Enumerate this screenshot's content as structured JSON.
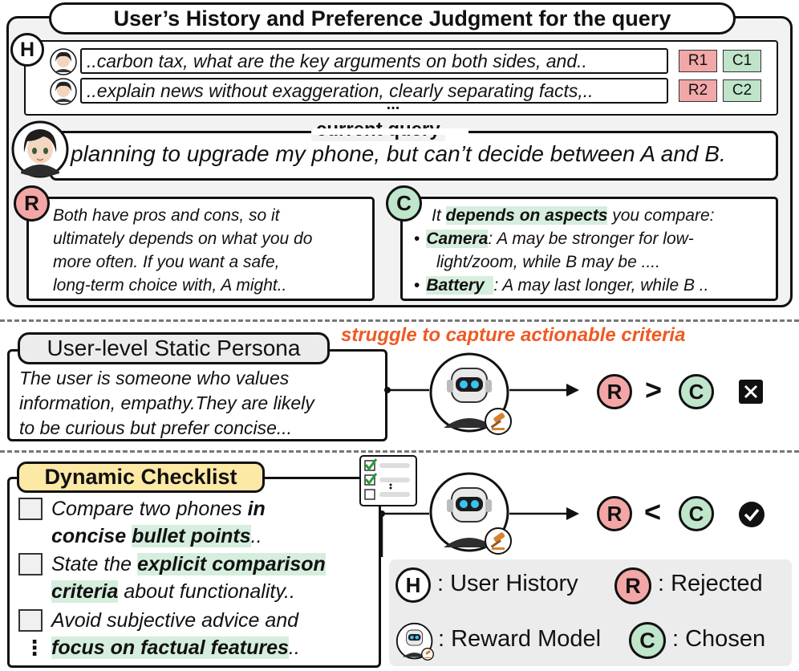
{
  "top": {
    "title": "User’s History and Preference Judgment for the query",
    "history_marker": "H",
    "history": [
      {
        "text": "..carbon tax, what are the key arguments on both sides, and..",
        "rejected_tag": "R1",
        "chosen_tag": "C1"
      },
      {
        "text": "..explain news without exaggeration, clearly separating facts,..",
        "rejected_tag": "R2",
        "chosen_tag": "C2"
      }
    ],
    "history_ellipsis": "...",
    "current_query_label": "current query",
    "current_query_text": "planning to upgrade my phone, but can’t decide between A and B.",
    "rejected": {
      "marker": "R",
      "lines": [
        "Both have pros and cons, so it",
        "ultimately depends on what you do",
        "more often. If you want a safe,",
        "long-term choice with, A might.."
      ]
    },
    "chosen": {
      "marker": "C",
      "intro_pre": "It ",
      "intro_hl": "depends on aspects",
      "intro_post": " you compare:",
      "b1_label": "Camera",
      "b1_rest_a": ": A may be stronger for low-",
      "b1_rest_b": "light/zoom, while B may be ....",
      "b2_label": "Battery",
      "b2_rest": ": A may last longer, while B .."
    }
  },
  "static": {
    "label": "User-level Static Persona",
    "warning": "struggle to capture actionable criteria",
    "lines": [
      "The user is someone who values",
      "information, empathy.They are likely",
      "to be curious but prefer concise..."
    ],
    "result_left": "R",
    "result_op": ">",
    "result_right": "C",
    "verdict_icon": "cross-icon"
  },
  "dynamic": {
    "label": "Dynamic Checklist",
    "item1_a": "Compare two phones ",
    "item1_b": "in",
    "item1_c": "concise ",
    "item1_d": "bullet points",
    "item1_e": "..",
    "item2_a": "State the ",
    "item2_b": "explicit comparison",
    "item2_c": "criteria",
    "item2_d": " about functionality..",
    "item3_a": "Avoid subjective advice and",
    "item3_b": "focus on factual features",
    "item3_c": "..",
    "more": "⋮",
    "result_left": "R",
    "result_op": "<",
    "result_right": "C",
    "verdict_icon": "check-icon"
  },
  "legend": {
    "h_marker": "H",
    "h_label": ": User History",
    "r_marker": "R",
    "r_label": ": Rejected",
    "rm_label": ": Reward Model",
    "c_marker": "C",
    "c_label": ": Chosen"
  },
  "colors": {
    "rejected": "#f4a6a6",
    "chosen": "#bfe6cb",
    "highlight": "#d6eedd",
    "warning": "#ee5a24",
    "dynamic_label_bg": "#fde9a6",
    "static_label_bg": "#ececec",
    "panel_bg": "#f2f2f2"
  }
}
